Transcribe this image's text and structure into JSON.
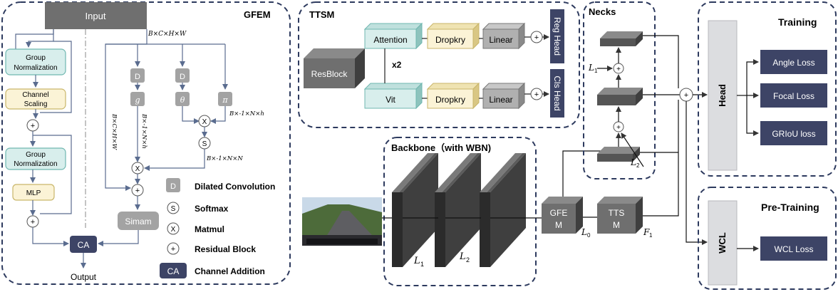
{
  "gfem": {
    "title": "GFEM",
    "input": "Input",
    "output": "Output",
    "group_norm_1": [
      "Group",
      "Normalization"
    ],
    "channel_scaling": [
      "Channel",
      "Scaling"
    ],
    "group_norm_2": [
      "Group",
      "Normalization"
    ],
    "mlp": "MLP",
    "ca": "CA",
    "simam": "Simam",
    "d1": "D",
    "d2": "D",
    "g": "g",
    "theta": "θ",
    "pi": "π",
    "x_sym": "X",
    "s_sym": "S",
    "plus": "+",
    "dim_top": "B×C×H×W",
    "dim_left": "B×C×H×W",
    "dim_nh": "B×-1×N×h",
    "dim_right_nh": "B×-1×N×h",
    "dim_nn": "B×-1×N×N"
  },
  "legend": [
    {
      "symbol": "D",
      "label": "Dilated Convolution"
    },
    {
      "symbol": "S",
      "label": "Softmax"
    },
    {
      "symbol": "X",
      "label": "Matmul"
    },
    {
      "symbol": "+",
      "label": "Residual Block"
    },
    {
      "symbol": "CA",
      "label": "Channel Addition"
    }
  ],
  "ttsm": {
    "title": "TTSM",
    "resblock": "ResBlock",
    "attention": "Attention",
    "vit": "Vit",
    "dropkry": "Dropkry",
    "linear": "Linear",
    "reg_head": "Reg Head",
    "cls_head": "Cls Head",
    "x2": "x2"
  },
  "backbone": {
    "title": "Backbone（with WBN)",
    "l1": "L",
    "l1_sub": "1",
    "l2": "L",
    "l2_sub": "2",
    "gfem": [
      "GFE",
      "M"
    ],
    "ttsm": [
      "TTS",
      "M"
    ],
    "l0": "L",
    "l0_sub": "0",
    "f1": "F",
    "f1_sub": "1"
  },
  "necks": {
    "title": "Necks",
    "l1": "L",
    "l1_sub": "1",
    "l2": "L",
    "l2_sub": "2"
  },
  "training": {
    "title": "Training",
    "head": "Head",
    "losses": [
      "Angle Loss",
      "Focal Loss",
      "GRIoU loss"
    ]
  },
  "pretraining": {
    "title": "Pre-Training",
    "wcl": "WCL",
    "loss": "WCL Loss"
  },
  "colors": {
    "dark_navy": "#3d4466",
    "teal_fill": "#d8eeec",
    "teal_stroke": "#6fb7b0",
    "cream_fill": "#fbf3d6",
    "cream_stroke": "#c9b66a",
    "gray_box": "#a3a3a3",
    "input_box": "#6f6f6f",
    "dashed_border": "#2d3a5e"
  }
}
